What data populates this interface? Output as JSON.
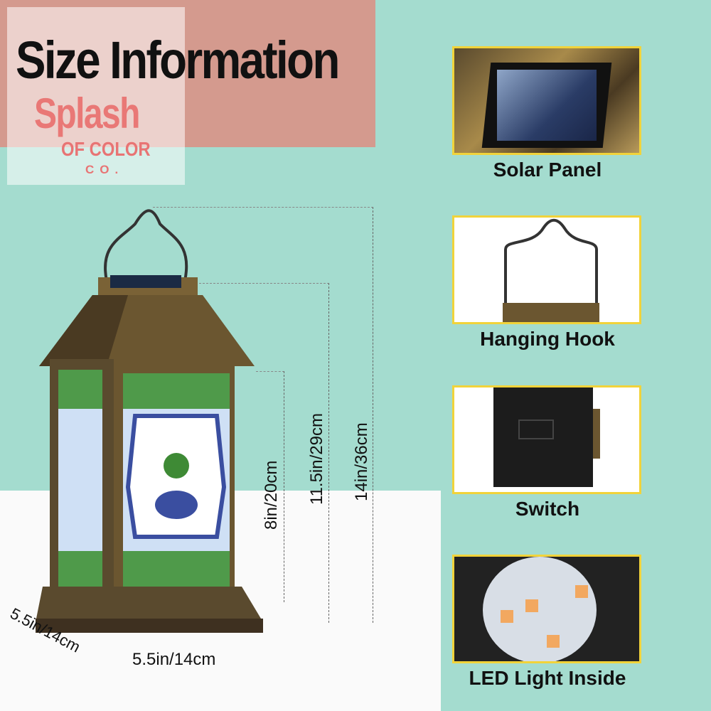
{
  "title": "Size Information",
  "logo": {
    "line1": "Splash",
    "line2": "OF COLOR",
    "line3": "CO."
  },
  "dimensions": {
    "total_height": "14in/36cm",
    "body_height": "11.5in/29cm",
    "panel_height": "8in/20cm",
    "width": "5.5in/14cm",
    "depth": "5.5in/14cm"
  },
  "features": [
    {
      "label": "Solar Panel"
    },
    {
      "label": "Hanging Hook"
    },
    {
      "label": "Switch"
    },
    {
      "label": "LED Light Inside"
    }
  ]
}
